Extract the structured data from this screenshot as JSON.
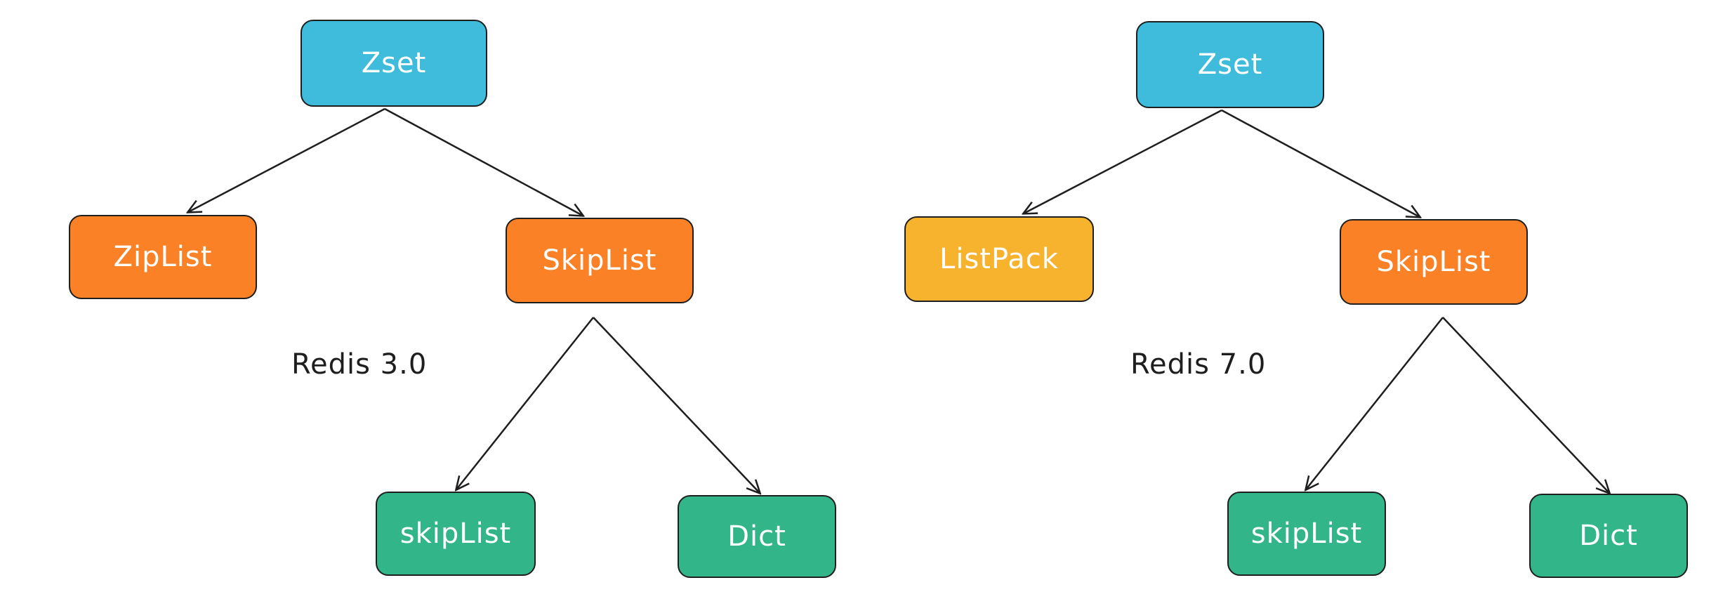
{
  "left_diagram": {
    "root": "Zset",
    "child_a": "ZipList",
    "child_b": "SkipList",
    "grandchild_a": "skipList",
    "grandchild_b": "Dict",
    "caption": "Redis 3.0"
  },
  "right_diagram": {
    "root": "Zset",
    "child_a": "ListPack",
    "child_b": "SkipList",
    "grandchild_a": "skipList",
    "grandchild_b": "Dict",
    "caption": "Redis 7.0"
  },
  "colors": {
    "root": "#3fbcdc",
    "ziplist": "#fb8126",
    "listpack": "#f7b22e",
    "skiplist": "#fb8126",
    "leaf": "#32b588",
    "stroke": "#1e1e1e"
  }
}
